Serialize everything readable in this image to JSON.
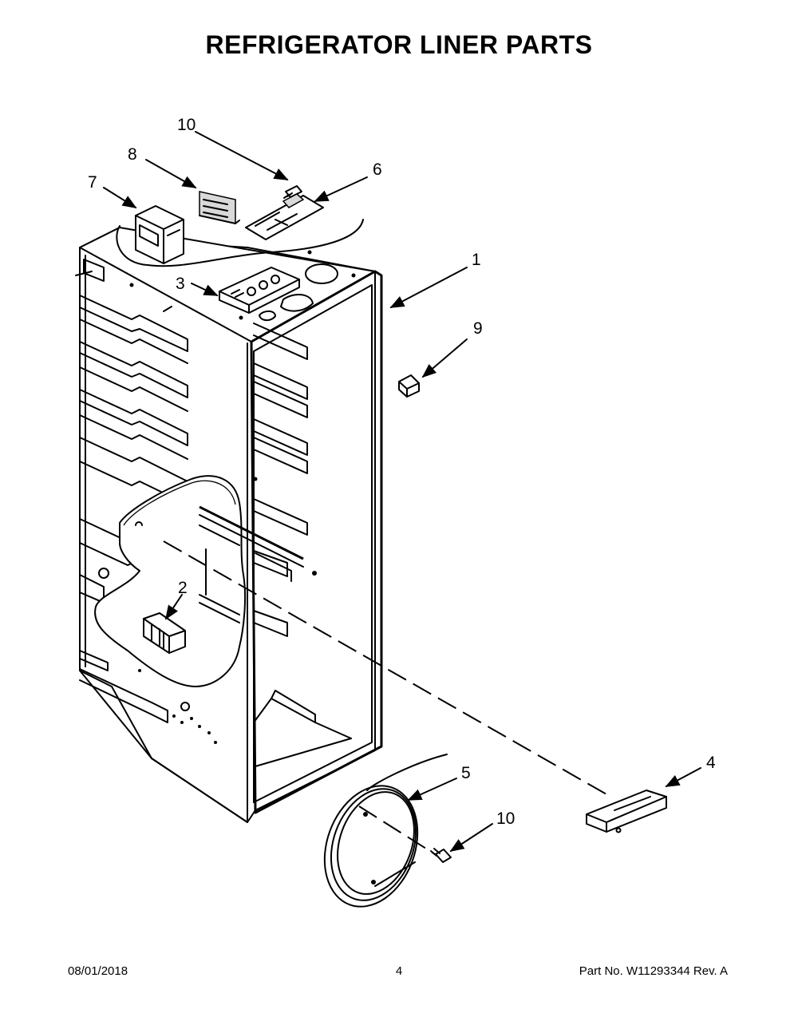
{
  "title": "REFRIGERATOR LINER PARTS",
  "callouts": [
    {
      "id": "c10a",
      "label": "10"
    },
    {
      "id": "c8",
      "label": "8"
    },
    {
      "id": "c7",
      "label": "7"
    },
    {
      "id": "c6",
      "label": "6"
    },
    {
      "id": "c1",
      "label": "1"
    },
    {
      "id": "c3",
      "label": "3"
    },
    {
      "id": "c9",
      "label": "9"
    },
    {
      "id": "c2",
      "label": "2"
    },
    {
      "id": "c5",
      "label": "5"
    },
    {
      "id": "c4",
      "label": "4"
    },
    {
      "id": "c10b",
      "label": "10"
    }
  ],
  "footer": {
    "date": "08/01/2018",
    "page": "4",
    "part": "Part No.  W11293344  Rev.  A"
  }
}
